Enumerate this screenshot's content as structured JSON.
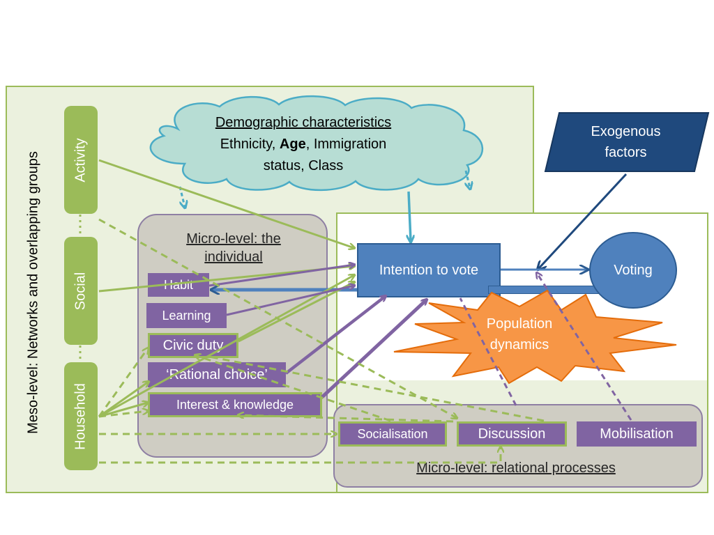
{
  "meso_label": "Meso-level: Networks and overlapping groups",
  "groups": [
    "Activity",
    "Social",
    "Household"
  ],
  "cloud": {
    "title": "Demographic characteristics",
    "line1_a": "Ethnicity,",
    "line1_bold": "Age",
    "line1_b": ", Immigration",
    "line2": "status, Class"
  },
  "exogenous": {
    "line1": "Exogenous",
    "line2": "factors"
  },
  "micro_individual": {
    "line1": "Micro-level: the",
    "line2": "individual"
  },
  "individual_items": [
    "Habit",
    "Learning",
    "Civic duty",
    "‘Rational choice’",
    "Interest & knowledge"
  ],
  "intention": "Intention to vote",
  "voting": "Voting",
  "population": {
    "line1": "Population",
    "line2": "dynamics"
  },
  "relational_items": [
    "Socialisation",
    "Discussion",
    "Mobilisation"
  ],
  "micro_relational": "Micro-level: relational processes",
  "colors": {
    "green": "#9bbb59",
    "light_green": "#ebf1de",
    "purple": "#8064a2",
    "blue": "#4f81bd",
    "dark_blue": "#1f497d",
    "teal": "#4bacc6",
    "orange": "#f79646",
    "cloud_fill": "#b7ddd4"
  }
}
